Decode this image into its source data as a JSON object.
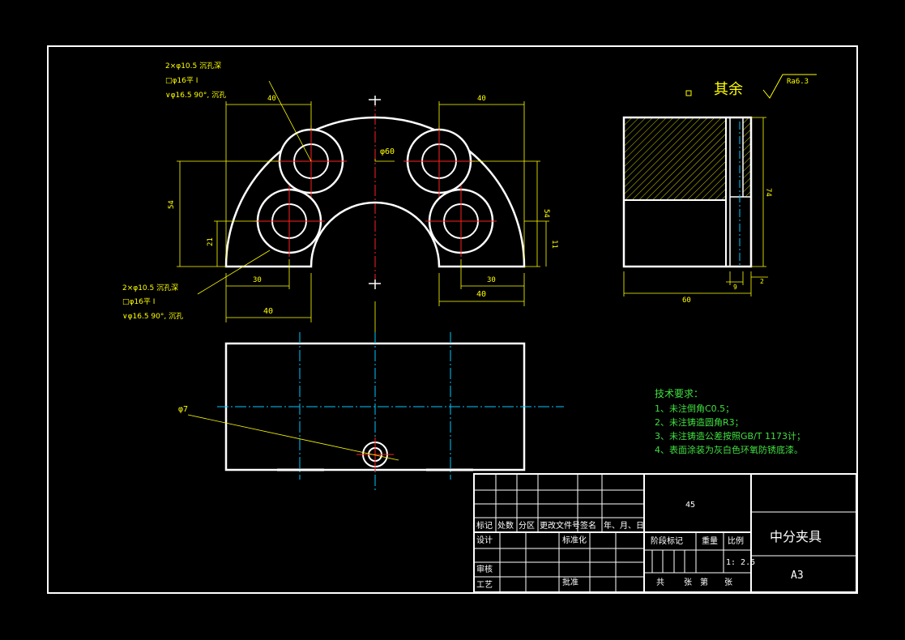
{
  "colors": {
    "outline": "#ffffff",
    "dimension": "#ffff00",
    "center_line": "#ff2020",
    "axis_line": "#00c8ff",
    "text_yellow": "#ffff00",
    "text_green": "#40e040",
    "text_white": "#ffffff",
    "hatch": "#ffff00",
    "background": "#000000"
  },
  "top_view": {
    "note_upper": [
      "2×φ10.5 沉孔深",
      "□φ16平 I",
      "∨φ16.5 90°, 沉孔"
    ],
    "note_lower": [
      "2×φ10.5 沉孔深",
      "□φ16平 I",
      "∨φ16.5 90°, 沉孔"
    ],
    "dim_top_left": "40",
    "dim_top_right": "40",
    "dim_center_dia": "φ60",
    "dim_left_height": "54",
    "dim_left_small": "21",
    "dim_right_height": "54",
    "dim_right_small": "11",
    "dim_bottom_left_inner": "30",
    "dim_bottom_left_outer": "40",
    "dim_bottom_right_inner": "30",
    "dim_bottom_right_outer": "40"
  },
  "front_view": {
    "hole_dia": "φ7"
  },
  "side_view": {
    "dim_height": "74",
    "dim_width": "60",
    "dim_small_1": "9",
    "dim_small_2": "2"
  },
  "roughness": {
    "label": "其余",
    "value": "Ra6.3"
  },
  "tech_requirements": {
    "title": "技术要求：",
    "items": [
      "1、未注倒角C0.5；",
      "2、未注铸造圆角R3；",
      "3、未注铸造公差按照GB/T 1173计；",
      "4、表面涂装为灰白色环氧防锈底漆。"
    ]
  },
  "title_block": {
    "material": "45",
    "part_name": "中分夹具",
    "sheet_size": "A3",
    "scale": "1: 2.5",
    "header_labels": [
      "标记",
      "处数",
      "分区",
      "更改文件号",
      "签名",
      "年、月、日"
    ],
    "design": "设计",
    "standardization": "标准化",
    "review": "审核",
    "process": "工艺",
    "approve": "批准",
    "stage_mark": "阶段标记",
    "weight": "重量",
    "ratio": "比例",
    "total_sheets": "共",
    "sheet": "张",
    "page_no": "第",
    "page_sheet": "张"
  }
}
